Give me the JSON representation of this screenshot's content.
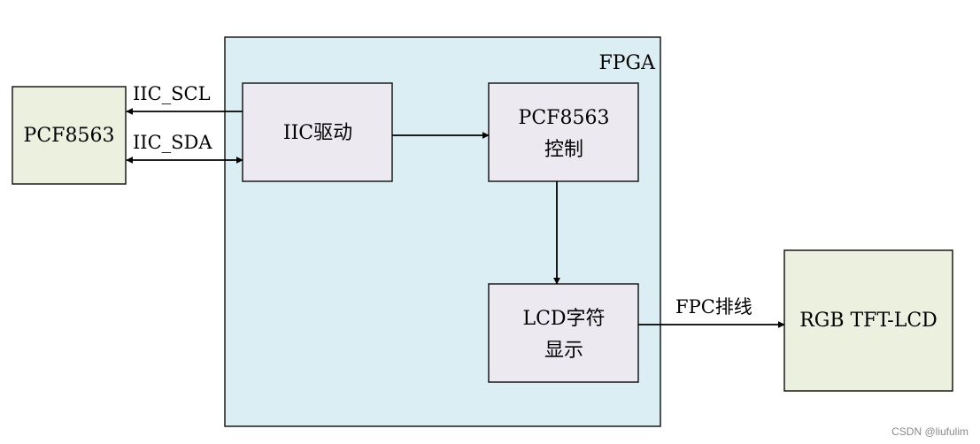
{
  "fpga": {
    "label": "FPGA"
  },
  "blocks": {
    "pcf_external": "PCF8563",
    "iic_driver": "IIC驱动",
    "pcf_control_line1": "PCF8563",
    "pcf_control_line2": "控制",
    "lcd_display_line1": "LCD字符",
    "lcd_display_line2": "显示",
    "rgb_lcd": "RGB TFT-LCD"
  },
  "signals": {
    "scl": "IIC_SCL",
    "sda": "IIC_SDA",
    "fpc": "FPC排线"
  },
  "watermark": "CSDN @liufulim",
  "colors": {
    "fpga_fill": "#daeef3",
    "block_fill": "#ece9f1",
    "external_fill": "#ebf1de"
  }
}
